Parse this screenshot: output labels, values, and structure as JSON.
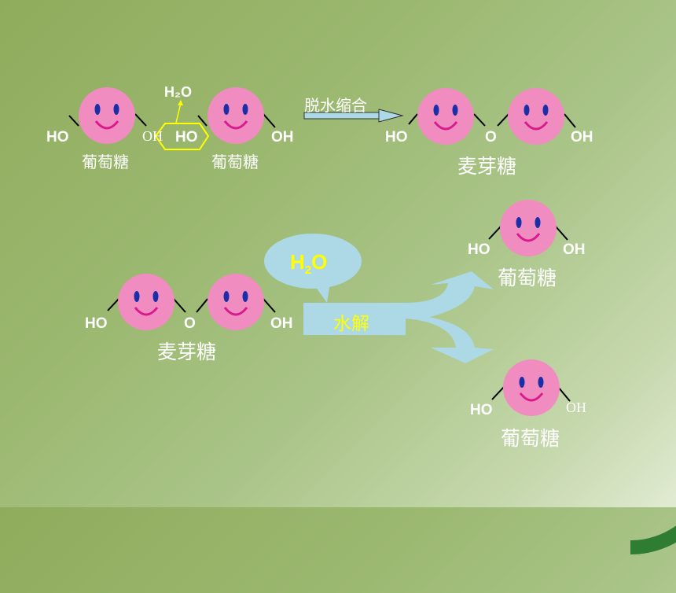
{
  "top_reaction": {
    "glucose1": {
      "left": "HO",
      "right": "OH",
      "name": "葡萄糖"
    },
    "glucose2": {
      "left": "HO",
      "right": "OH",
      "name": "葡萄糖"
    },
    "water": "H₂O",
    "arrow_label": "脱水缩合",
    "product": {
      "left": "HO",
      "mid": "O",
      "right": "OH",
      "name": "麦芽糖"
    }
  },
  "bottom_reaction": {
    "maltose": {
      "left": "HO",
      "mid": "O",
      "right": "OH",
      "name": "麦芽糖"
    },
    "water": "H",
    "water_sub": "2",
    "water_tail": "O",
    "process_label": "水解",
    "product1": {
      "left": "HO",
      "right": "OH",
      "name": "葡萄糖"
    },
    "product2": {
      "left": "HO",
      "right": "OH",
      "name": "葡萄糖"
    }
  },
  "colors": {
    "face": "#f08cc0",
    "eyes": "#1a2ea8",
    "mouth": "#d81b8c",
    "highlight": "#ffff00",
    "arrow_fill": "#add8e6",
    "text": "#ffffff"
  }
}
